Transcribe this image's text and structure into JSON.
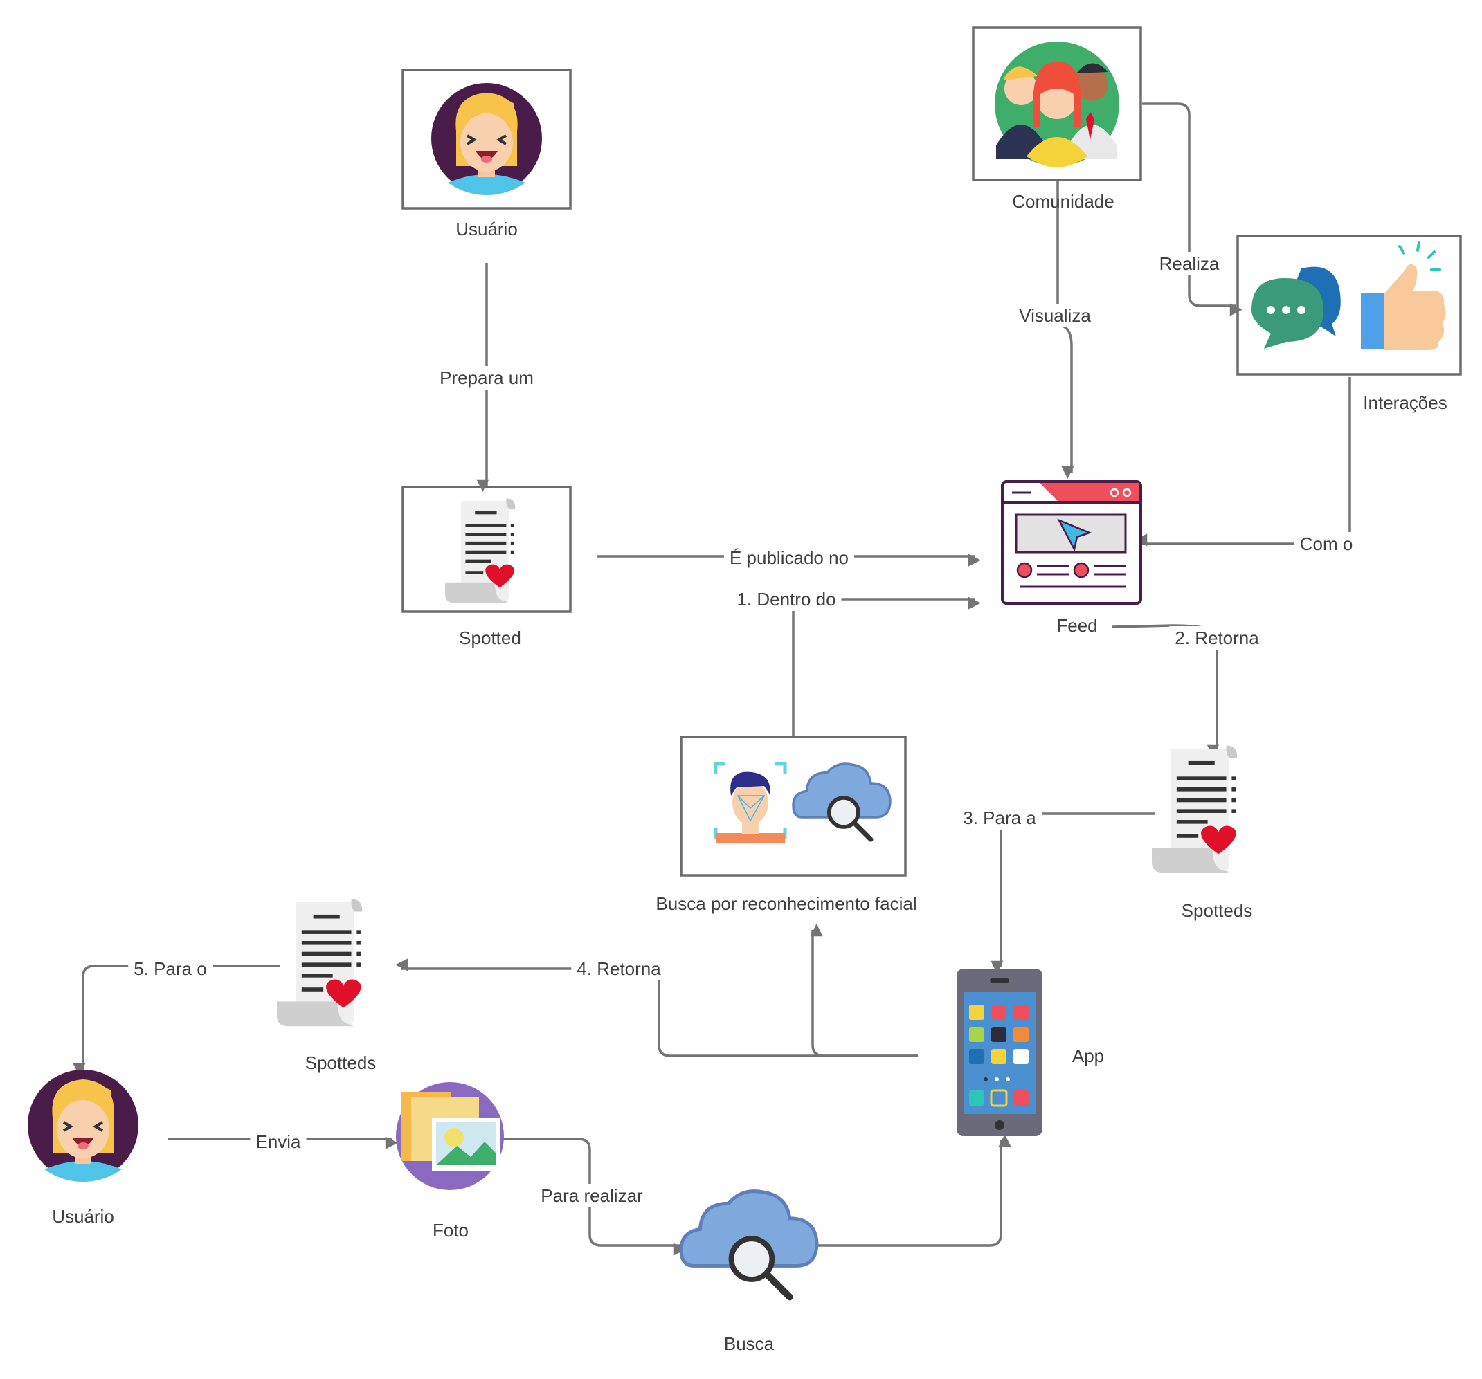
{
  "nodes": {
    "usuario_top": "Usuário",
    "spotted": "Spotted",
    "comunidade": "Comunidade",
    "interacoes": "Interações",
    "feed": "Feed",
    "busca_facial": "Busca por reconhecimento facial",
    "spotteds_right": "Spotteds",
    "spotteds_left": "Spotteds",
    "app": "App",
    "usuario_bottom": "Usuário",
    "foto": "Foto",
    "busca": "Busca"
  },
  "edges": {
    "prepara_um": "Prepara um",
    "publicado_no": "É publicado no",
    "visualiza": "Visualiza",
    "realiza": "Realiza",
    "com_o": "Com o",
    "dentro_do": "1. Dentro do",
    "retorna_2": "2. Retorna",
    "para_a_3": "3. Para a",
    "retorna_4": "4. Retorna",
    "para_o_5": "5. Para o",
    "envia": "Envia",
    "para_realizar": "Para realizar"
  },
  "colors": {
    "line": "#747474",
    "frame": "#6b6b6b",
    "heart": "#e0102a",
    "cloud": "#7fa8dc",
    "avatar_bg": "#4a1c4a",
    "hair": "#f7c34b",
    "feed_accent": "#ef4e5c"
  },
  "icons": {
    "usuario": "woman-avatar-icon",
    "spotted": "love-letter-scroll-icon",
    "comunidade": "group-people-icon",
    "interacoes": "chat-and-thumbs-up-icon",
    "feed": "browser-window-icon",
    "busca_facial": "face-recognition-cloud-search-icon",
    "app": "smartphone-icon",
    "foto": "photo-folder-icon",
    "busca": "cloud-search-icon"
  }
}
